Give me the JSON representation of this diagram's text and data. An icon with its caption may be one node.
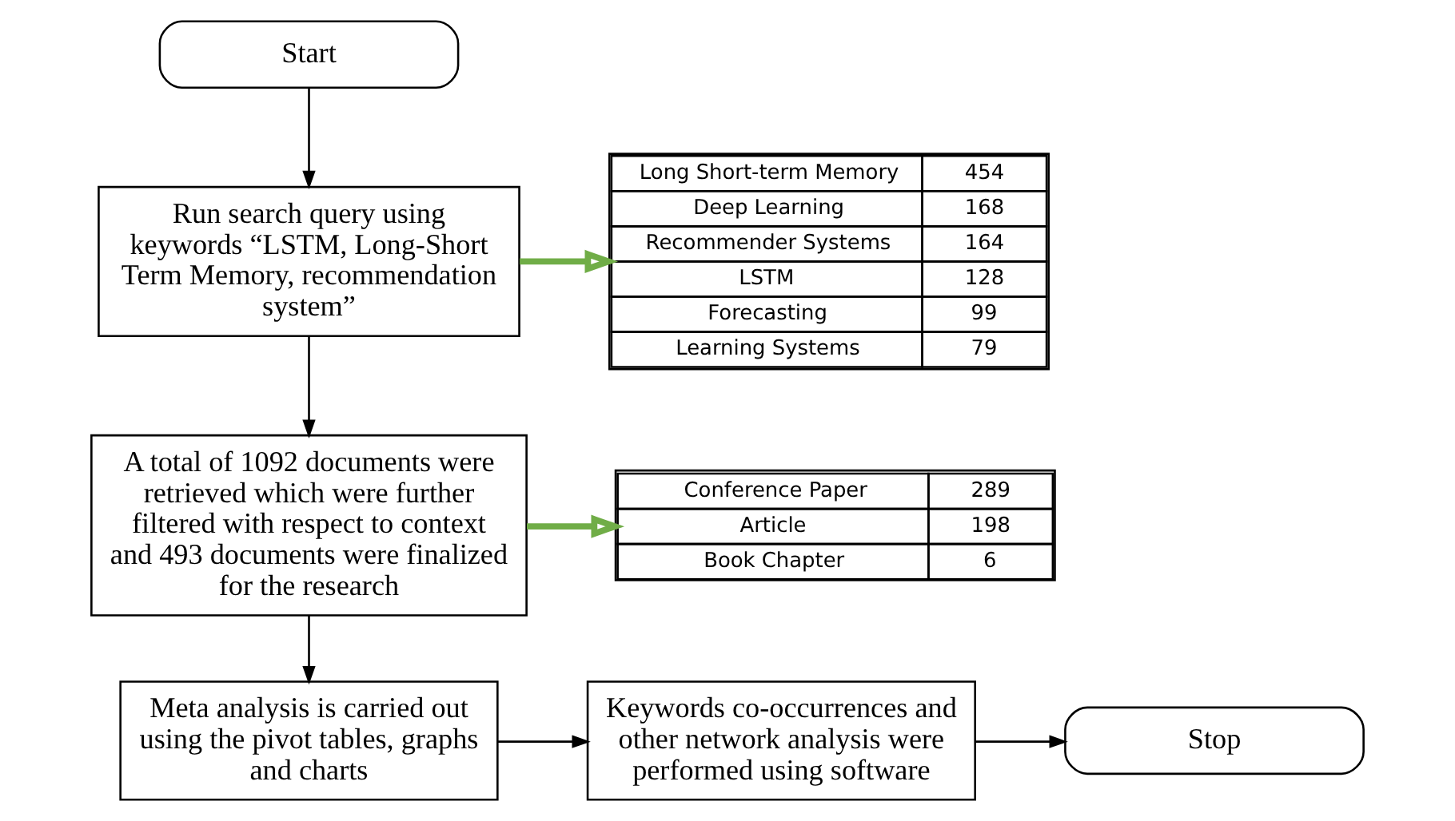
{
  "diagram": {
    "nodes": [
      {
        "text": [
          "Start"
        ]
      },
      {
        "text": [
          "Run search query using keywords “LSTM, Long-Short Term Memory, recommendation system”"
        ]
      },
      {
        "text": [
          "Long Short-term Memory",
          "454",
          "Deep Learning",
          "168",
          "Recommender Systems",
          "164",
          "LSTM",
          "128",
          "Forecasting",
          "99",
          "Learning Systems",
          "79"
        ]
      },
      {
        "text": [
          "A total of 1092 documents were retrieved which were further filtered with respect to context and 493 documents were finalized for the research"
        ]
      },
      {
        "text": [
          "Conference Paper",
          "289",
          "Article",
          "198",
          "Book Chapter",
          "6"
        ]
      },
      {
        "text": [
          "Meta analysis is carried out using the pivot tables, graphs and charts"
        ]
      },
      {
        "text": [
          "Keywords co-occurrences and other network analysis were performed using software"
        ]
      },
      {
        "text": [
          "Stop"
        ]
      }
    ],
    "edges": [
      {
        "from": 0,
        "to": 1,
        "arrow": "to"
      },
      {
        "from": 1,
        "to": 2,
        "arrow": "to",
        "style": "thick",
        "color": "#70ad47"
      },
      {
        "from": 1,
        "to": 3,
        "arrow": "to"
      },
      {
        "from": 3,
        "to": 4,
        "arrow": "to",
        "style": "thick",
        "color": "#70ad47"
      },
      {
        "from": 3,
        "to": 5,
        "arrow": "to"
      },
      {
        "from": 5,
        "to": 6,
        "arrow": "to"
      },
      {
        "from": 6,
        "to": 7,
        "arrow": "to"
      }
    ]
  }
}
